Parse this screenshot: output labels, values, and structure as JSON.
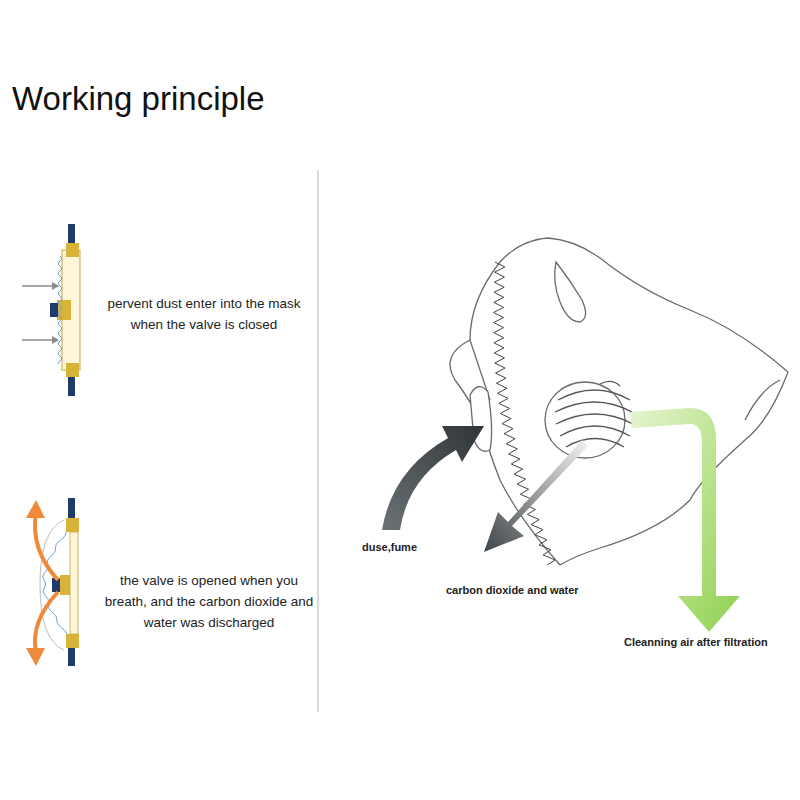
{
  "diagram": {
    "title": "Working principle",
    "labels": [
      "pervent dust enter into the mask when the valve is closed",
      "the valve is opened when you breath, and the carbon dioxide and water was discharged",
      "duse,fume",
      "carbon dioxide and water",
      "Cleanning air after filtration"
    ]
  }
}
